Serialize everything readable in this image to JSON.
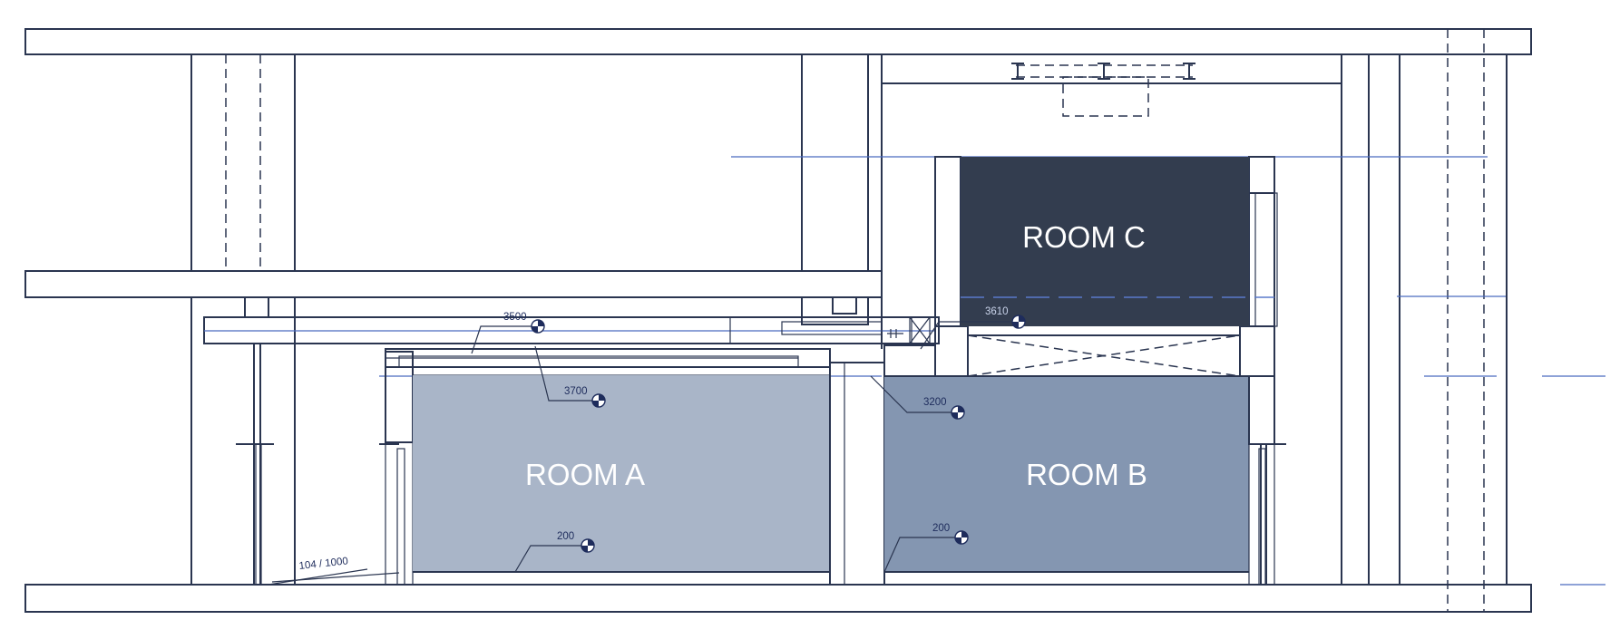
{
  "rooms": {
    "a": {
      "label": "ROOM A",
      "color": "#a9b5c8"
    },
    "b": {
      "label": "ROOM B",
      "color": "#8496b1"
    },
    "c": {
      "label": "ROOM C",
      "color": "#333d4f"
    }
  },
  "levels": {
    "ceiling_a": "3500",
    "room_a_height": "3700",
    "room_b_height": "3200",
    "room_c_level": "3610",
    "floor_a": "200",
    "floor_b": "200",
    "ramp_slope": "104 / 1000"
  },
  "colors": {
    "line": "#2a3550",
    "guide": "#4a6bbf",
    "concrete_dots": "#2e4a9e"
  }
}
